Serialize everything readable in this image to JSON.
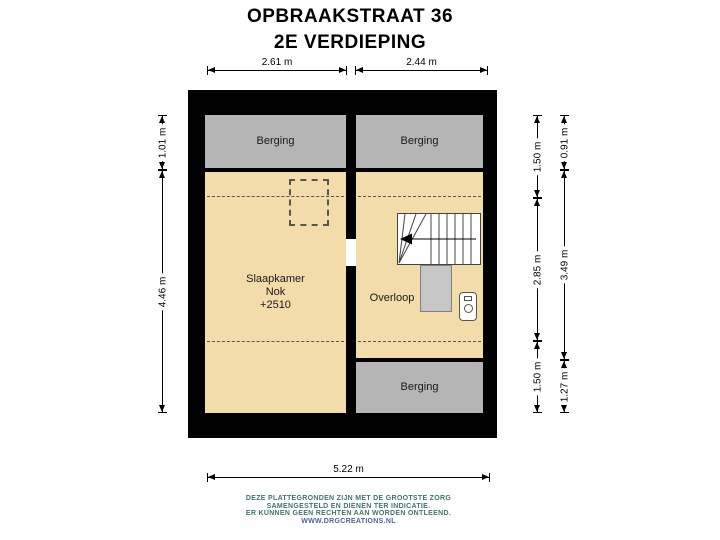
{
  "header": {
    "title": "OPBRAAKSTRAAT 36",
    "subtitle": "2E VERDIEPING"
  },
  "rooms": {
    "berging_top_left": {
      "label": "Berging"
    },
    "berging_top_right": {
      "label": "Berging"
    },
    "slaapkamer": {
      "label": "Slaapkamer",
      "note_line1": "Nok",
      "note_line2": "+2510"
    },
    "overloop": {
      "label": "Overloop"
    },
    "berging_bottom": {
      "label": "Berging"
    }
  },
  "dimensions": {
    "top_left_width": "2.61 m",
    "top_right_width": "2.44 m",
    "left_upper_height": "1.01 m",
    "left_lower_height": "4.46 m",
    "right_inner_upper": "1.50 m",
    "right_inner_middle": "2.85 m",
    "right_inner_lower": "1.50 m",
    "right_outer_upper": "0.91 m",
    "right_outer_middle": "3.49 m",
    "right_outer_lower": "1.27 m",
    "bottom_width": "5.22 m"
  },
  "footer": {
    "line1": "DEZE PLATTEGRONDEN ZIJN MET DE GROOTSTE ZORG",
    "line2": "SAMENGESTELD EN DIENEN TER INDICATIE.",
    "line3": "ER KUNNEN GEEN RECHTEN AAN WORDEN ONTLEEND.",
    "line4": "WWW.DRGCREATIONS.NL"
  },
  "colors": {
    "walls": "#000000",
    "room_fill": "#f2dcaa",
    "storage_fill": "#b5b5b5",
    "disclaimer_text": "#3f7568",
    "disclaimer_url": "#4a63a8"
  }
}
